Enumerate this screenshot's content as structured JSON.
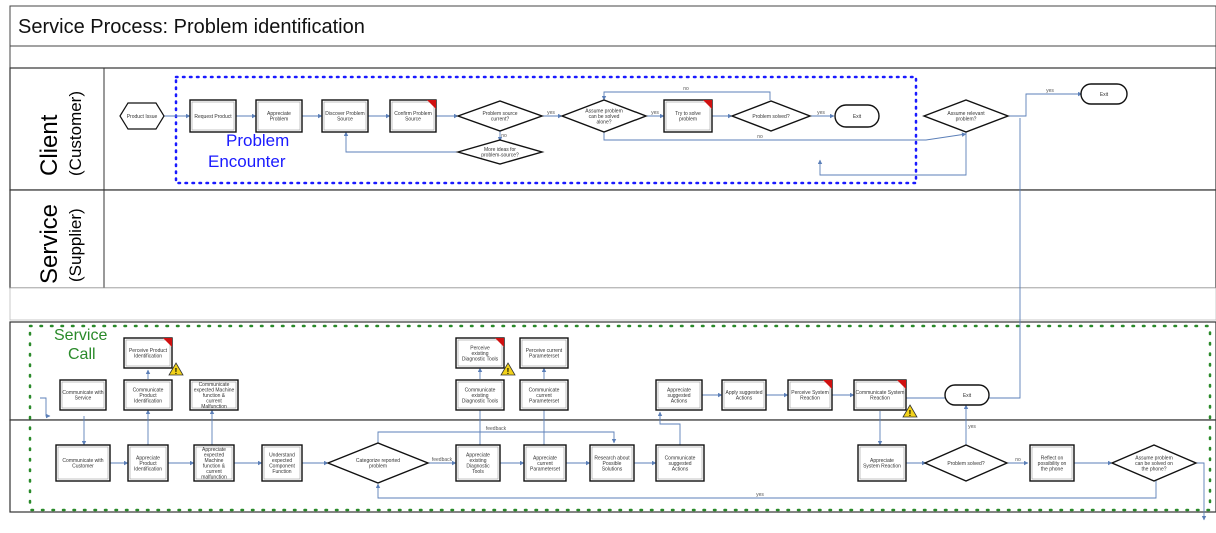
{
  "title": "Service Process: Problem identification",
  "lanes": {
    "client_main": "Client",
    "client_sub": "(Customer)",
    "service_main": "Service",
    "service_sub": "(Supplier)"
  },
  "regions": {
    "problem_encounter_line1": "Problem",
    "problem_encounter_line2": "Encounter",
    "service_call_line1": "Service",
    "service_call_line2": "Call"
  },
  "colors": {
    "problem_encounter": "#1a1aff",
    "service_call": "#2a8a2a",
    "connector": "#5b7fb8",
    "flag": "#d01010",
    "warning": "#f2d21a"
  },
  "nodes": {
    "product_issue": "Product Issue",
    "request_product": "Request Product",
    "appreciate_problem": "Appreciate Problem",
    "discover_source": "Discover Problem Source",
    "confirm_source": "Confirm Problem Source",
    "problem_source_current": "Problem source current?",
    "more_ideas": "More ideas for problem-source?",
    "assume_solve_alone": "Assume problem can be solved alone?",
    "try_to_solve": "Try to solve problem",
    "problem_solved_top": "Problem solved?",
    "exit_top_1": "Exit",
    "assume_relevant": "Assume relevant problem?",
    "exit_top_2": "Exit",
    "communicate_with_service": "Communicate with Service",
    "perceive_product_id": "Perceive Product Identification",
    "communicate_product_id": "Communicate Product Identification",
    "communicate_expected": "Communicate expected Machine function & current Malfunction",
    "perceive_existing_tools": "Perceive existing Diagnostic Tools",
    "communicate_existing_tools": "Communicate existing Diagnostic Tools",
    "perceive_current_params": "Perceive current Parameterset",
    "communicate_current_params": "Communicate current Parameterset",
    "appreciate_suggested": "Appreciate suggested Actions",
    "apply_suggested": "Apply suggested Actions",
    "perceive_reaction": "Perceive System Reaction",
    "communicate_reaction": "Communicate System Reaction",
    "exit_mid": "Exit",
    "communicate_with_customer": "Communicate with Customer",
    "appreciate_product_id": "Appreciate Product Identification",
    "appreciate_expected": "Appreciate expected Machine function & current malfunction",
    "understand_expected": "Understand expected Component Function",
    "categorize_problem": "Categorize reported problem",
    "appreciate_existing_tools": "Appreciate existing Diagnostic Tools",
    "appreciate_current_params": "Appreciate current Parameterset",
    "research_solutions": "Research about Possible Solutions",
    "communicate_suggested": "Communicate suggested Actions",
    "appreciate_reaction": "Appreciate System Reaction",
    "problem_solved_bottom": "Problem solved?",
    "reflect_on_site": "Reflect on possibility on the phone",
    "assume_on_phone": "Assume problem can be solved on the phone?"
  },
  "edge_labels": {
    "yes_1": "yes",
    "no_1": "no",
    "yes_2": "yes",
    "no_2": "no",
    "yes_3": "yes",
    "no_3": "no",
    "yes_4": "yes",
    "feedback": "feedback",
    "yes_5": "yes",
    "no_5": "no"
  }
}
